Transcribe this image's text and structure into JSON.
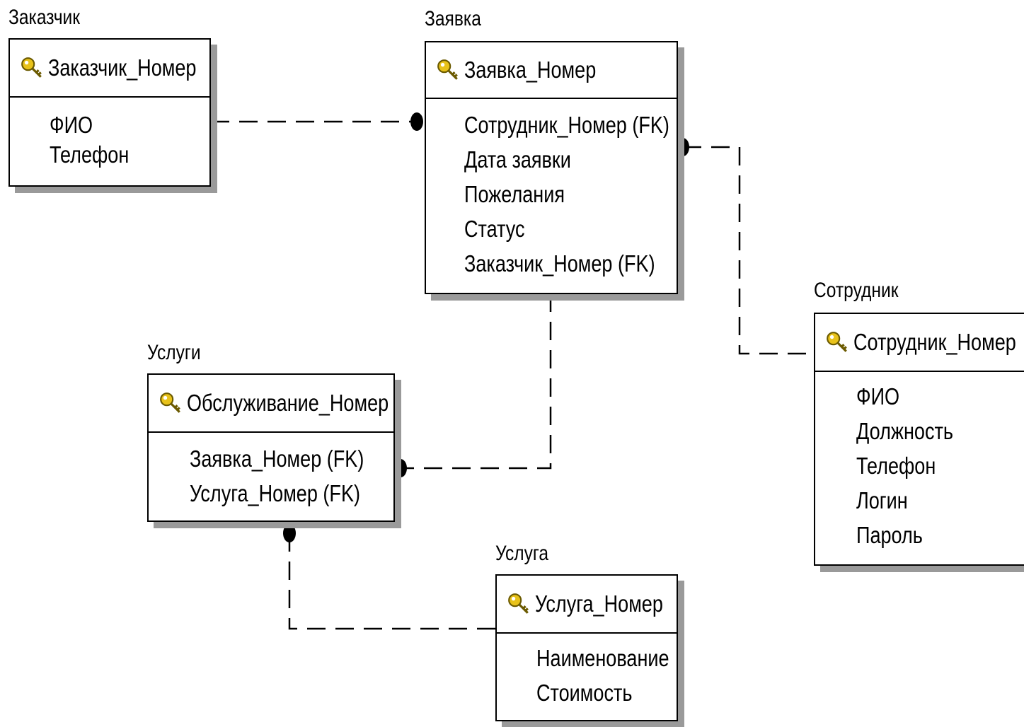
{
  "entities": {
    "zakazchik": {
      "title": "Заказчик",
      "key": "Заказчик_Номер",
      "attributes": [
        "ФИО",
        "Телефон"
      ]
    },
    "zayavka": {
      "title": "Заявка",
      "key": "Заявка_Номер",
      "attributes": [
        "Сотрудник_Номер (FK)",
        "Дата заявки",
        "Пожелания",
        "Статус",
        "Заказчик_Номер (FK)"
      ]
    },
    "sotrudnik": {
      "title": "Сотрудник",
      "key": "Сотрудник_Номер",
      "attributes": [
        "ФИО",
        "Должность",
        "Телефон",
        "Логин",
        "Пароль"
      ]
    },
    "uslugi": {
      "title": "Услуги",
      "key": "Обслуживание_Номер",
      "attributes": [
        "Заявка_Номер (FK)",
        "Услуга_Номер (FK)"
      ]
    },
    "usluga": {
      "title": "Услуга",
      "key": "Услуга_Номер",
      "attributes": [
        "Наименование",
        "Стоимость"
      ]
    }
  },
  "relationships": [
    {
      "from": "zakazchik",
      "to": "zayavka",
      "line": "dashed",
      "many_end": "zayavka"
    },
    {
      "from": "sotrudnik",
      "to": "zayavka",
      "line": "dashed",
      "many_end": "zayavka"
    },
    {
      "from": "zayavka",
      "to": "uslugi",
      "line": "dashed",
      "many_end": "uslugi"
    },
    {
      "from": "usluga",
      "to": "uslugi",
      "line": "dashed",
      "many_end": "uslugi"
    }
  ],
  "icons": {
    "primary_key": "key-icon"
  },
  "colors": {
    "key_gold": "#e8c21a",
    "shadow": "#9a9a9a",
    "line": "#000000"
  }
}
